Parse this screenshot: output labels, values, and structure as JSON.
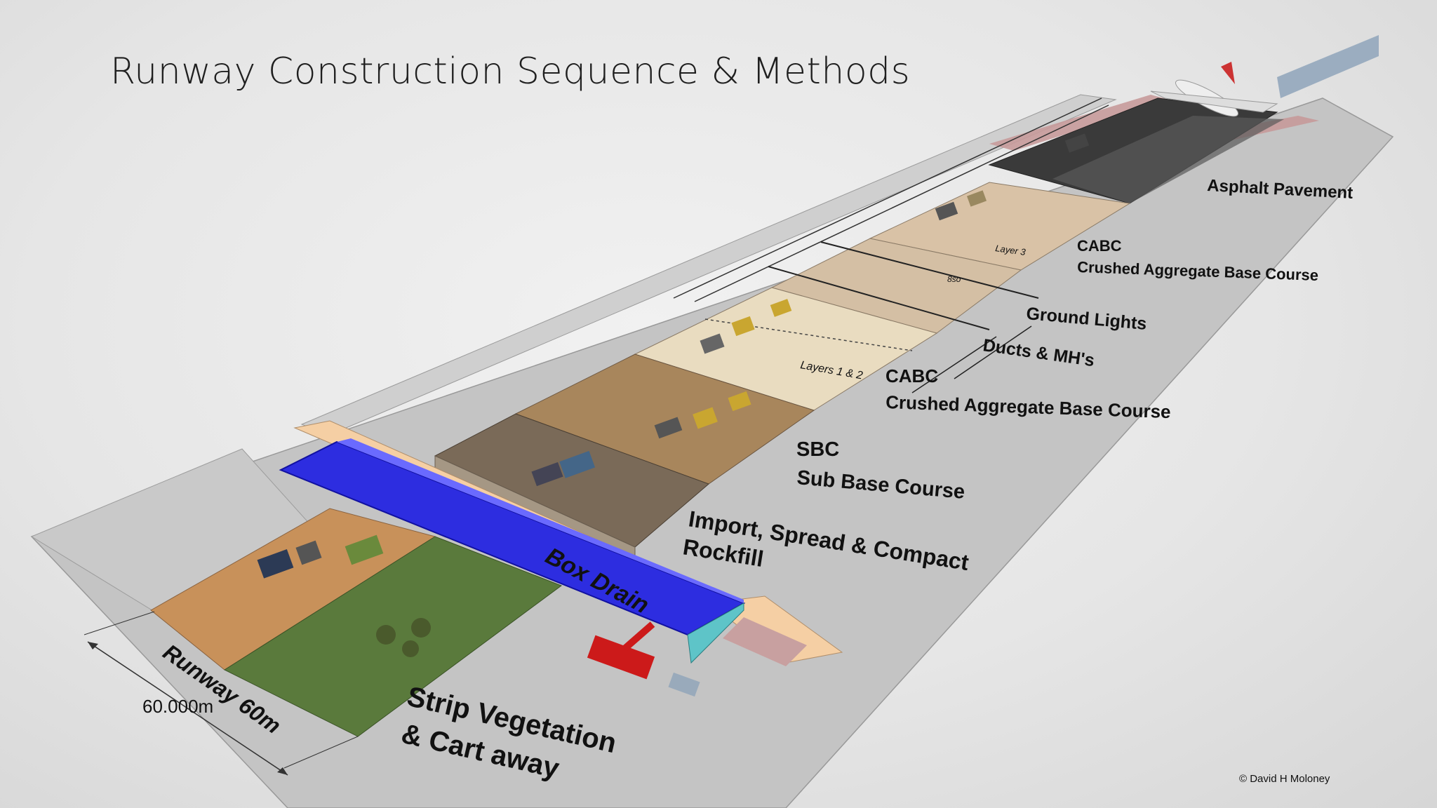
{
  "slide": {
    "title": "Runway Construction Sequence & Methods",
    "copyright": "©  David H Moloney"
  },
  "labels": {
    "asphalt": "Asphalt Pavement",
    "cabc_top_1": "CABC",
    "cabc_top_2": "Crushed Aggregate Base Course",
    "ground_lights": "Ground Lights",
    "ducts": "Ducts & MH's",
    "cabc_mid_1": "CABC",
    "cabc_mid_2": "Crushed Aggregate Base Course",
    "sbc_1": "SBC",
    "sbc_2": "Sub Base Course",
    "rockfill_1": "Import, Spread & Compact",
    "rockfill_2": "Rockfill",
    "box_drain": "Box Drain",
    "strip_1": "Strip Vegetation",
    "strip_2": "& Cart away",
    "runway_width": "Runway  60m",
    "dimension": "60.000m",
    "layer3": "Layer 3",
    "layers12": "Layers 1 & 2",
    "depth": "8so"
  },
  "colors": {
    "ground": "#c6c6c6",
    "asphalt": "#3a3a3a",
    "cabc_top": "#d9c2a6",
    "cabc_mid": "#e9dcc0",
    "sbc": "#a8865c",
    "rockfill": "#7a6a58",
    "topsoil": "#c8915a",
    "vegetation": "#5a7a3c",
    "box_drain": "#2929d9",
    "shoulder_pink": "#c79a9a"
  }
}
